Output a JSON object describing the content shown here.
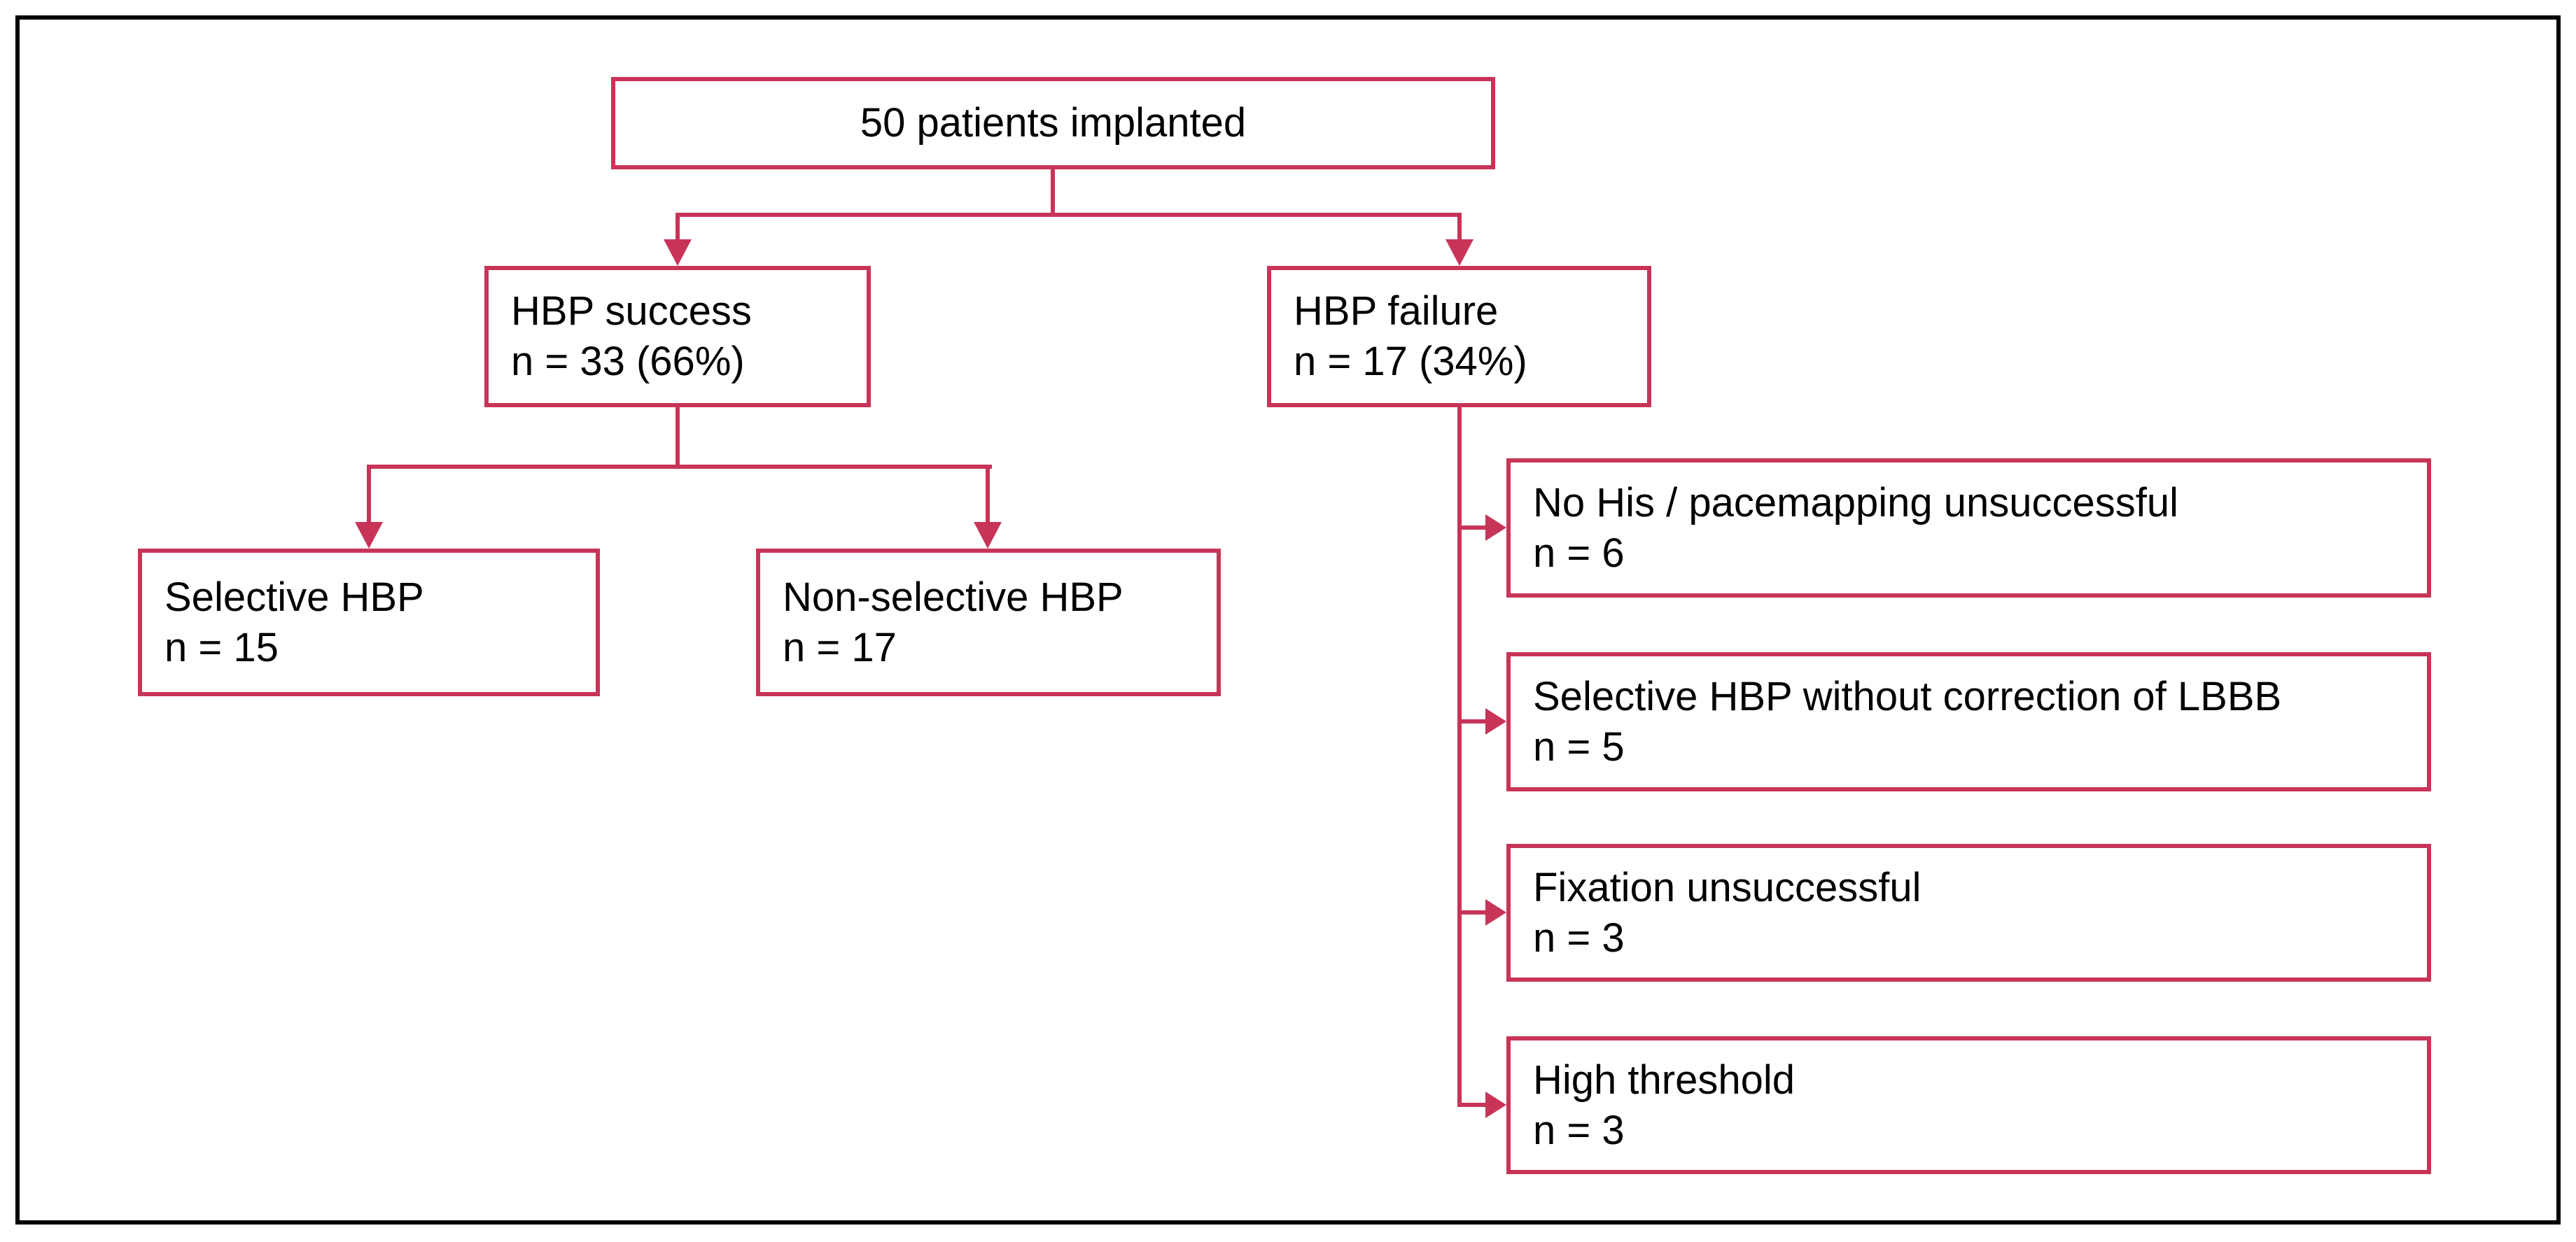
{
  "figure": {
    "type": "patient-flow-diagram",
    "accent_color": "#C83458",
    "frame_color": "#000000",
    "root": {
      "label": "50 patients implanted"
    },
    "outcomes": [
      {
        "title": "HBP success",
        "count": "n = 33 (66%)"
      },
      {
        "title": "HBP failure",
        "count": "n = 17 (34%)"
      }
    ],
    "success_breakdown": [
      {
        "title": "Selective HBP",
        "count": "n = 15"
      },
      {
        "title": "Non-selective HBP",
        "count": "n = 17"
      }
    ],
    "failure_reasons": [
      {
        "title": "No His / pacemapping unsuccessful",
        "count": "n = 6"
      },
      {
        "title": "Selective HBP without correction of LBBB",
        "count": "n = 5"
      },
      {
        "title": "Fixation unsuccessful",
        "count": "n = 3"
      },
      {
        "title": "High threshold",
        "count": "n = 3"
      }
    ]
  }
}
